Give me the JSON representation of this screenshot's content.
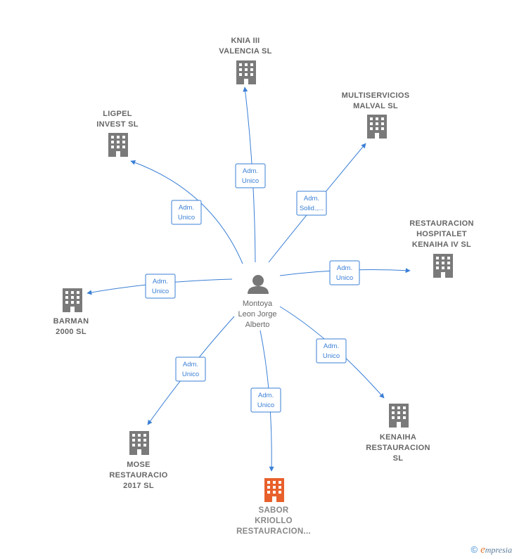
{
  "center": {
    "name_lines": [
      "Montoya",
      "Leon Jorge",
      "Alberto"
    ],
    "icon": "person-icon"
  },
  "companies": [
    {
      "id": "knia",
      "lines": [
        "KNIA III",
        "VALENCIA  SL"
      ],
      "role": [
        "Adm.",
        "Unico"
      ],
      "icon": "building-icon",
      "highlight": false
    },
    {
      "id": "multiservicios",
      "lines": [
        "MULTISERVICIOS",
        "MALVAL  SL"
      ],
      "role": [
        "Adm.",
        "Solid.,..."
      ],
      "icon": "building-icon",
      "highlight": false
    },
    {
      "id": "ligpel",
      "lines": [
        "LIGPEL",
        "INVEST  SL"
      ],
      "role": [
        "Adm.",
        "Unico"
      ],
      "icon": "building-icon",
      "highlight": false
    },
    {
      "id": "restauracion-hospitalet",
      "lines": [
        "RESTAURACION",
        "HOSPITALET",
        "KENAIHA IV  SL"
      ],
      "role": [
        "Adm.",
        "Unico"
      ],
      "icon": "building-icon",
      "highlight": false
    },
    {
      "id": "barman",
      "lines": [
        "BARMAN",
        "2000  SL"
      ],
      "role": [
        "Adm.",
        "Unico"
      ],
      "icon": "building-icon",
      "highlight": false
    },
    {
      "id": "kenaiha",
      "lines": [
        "KENAIHA",
        "RESTAURACION",
        "SL"
      ],
      "role": [
        "Adm.",
        "Unico"
      ],
      "icon": "building-icon",
      "highlight": false
    },
    {
      "id": "mose",
      "lines": [
        "MOSE",
        "RESTAURACIO",
        "2017  SL"
      ],
      "role": [
        "Adm.",
        "Unico"
      ],
      "icon": "building-icon",
      "highlight": false
    },
    {
      "id": "sabor",
      "lines": [
        "SABOR",
        "KRIOLLO",
        "RESTAURACION..."
      ],
      "role": [
        "Adm.",
        "Unico"
      ],
      "icon": "building-icon",
      "highlight": true
    }
  ],
  "colors": {
    "edge": "#3a7fd5",
    "building": "#7a7a7a",
    "building_highlight": "#e8602c",
    "person": "#777777"
  },
  "footer": {
    "copyright": "©",
    "brand_initial": "e",
    "brand_rest": "mpresia"
  }
}
